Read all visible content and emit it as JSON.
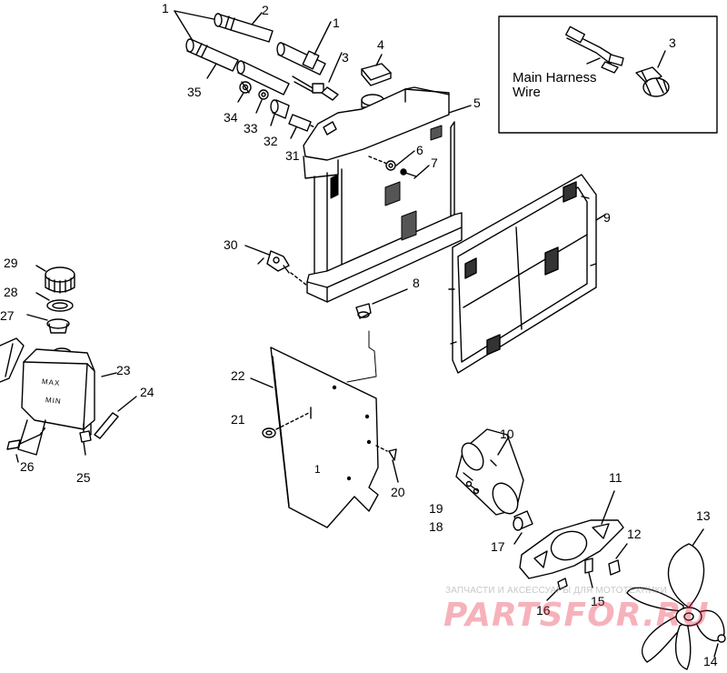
{
  "diagram": {
    "callouts": {
      "n1a": "1",
      "n2": "2",
      "n1b": "1",
      "n3a": "3",
      "n4": "4",
      "n5": "5",
      "n35": "35",
      "n34": "34",
      "n33": "33",
      "n32": "32",
      "n31": "31",
      "n6": "6",
      "n7": "7",
      "n3b": "3",
      "n9": "9",
      "n30": "30",
      "n8": "8",
      "n29": "29",
      "n28": "28",
      "n27": "27",
      "n23": "23",
      "n24": "24",
      "n22": "22",
      "n21": "21",
      "n26": "26",
      "n25": "25",
      "n20": "20",
      "n10": "10",
      "n11": "11",
      "n19": "19",
      "n18": "18",
      "n17": "17",
      "n12": "12",
      "n13": "13",
      "n15": "15",
      "n16": "16",
      "n14": "14"
    },
    "inset": {
      "label_line1": "Main Harness",
      "label_line2": "Wire"
    },
    "tank_marks": {
      "max": "MAX",
      "min": "MIN"
    },
    "shroud_mark": "1"
  },
  "watermark": {
    "small_text": "ЗАПЧАСТИ И АКСЕССУАРЫ ДЛЯ МОТОТЕХНИКИ",
    "brand_text": "PARTSFOR.RU",
    "brand_color": "#e8384f",
    "small_color": "#bdbdbd"
  },
  "colors": {
    "line": "#000000",
    "background": "#ffffff"
  }
}
